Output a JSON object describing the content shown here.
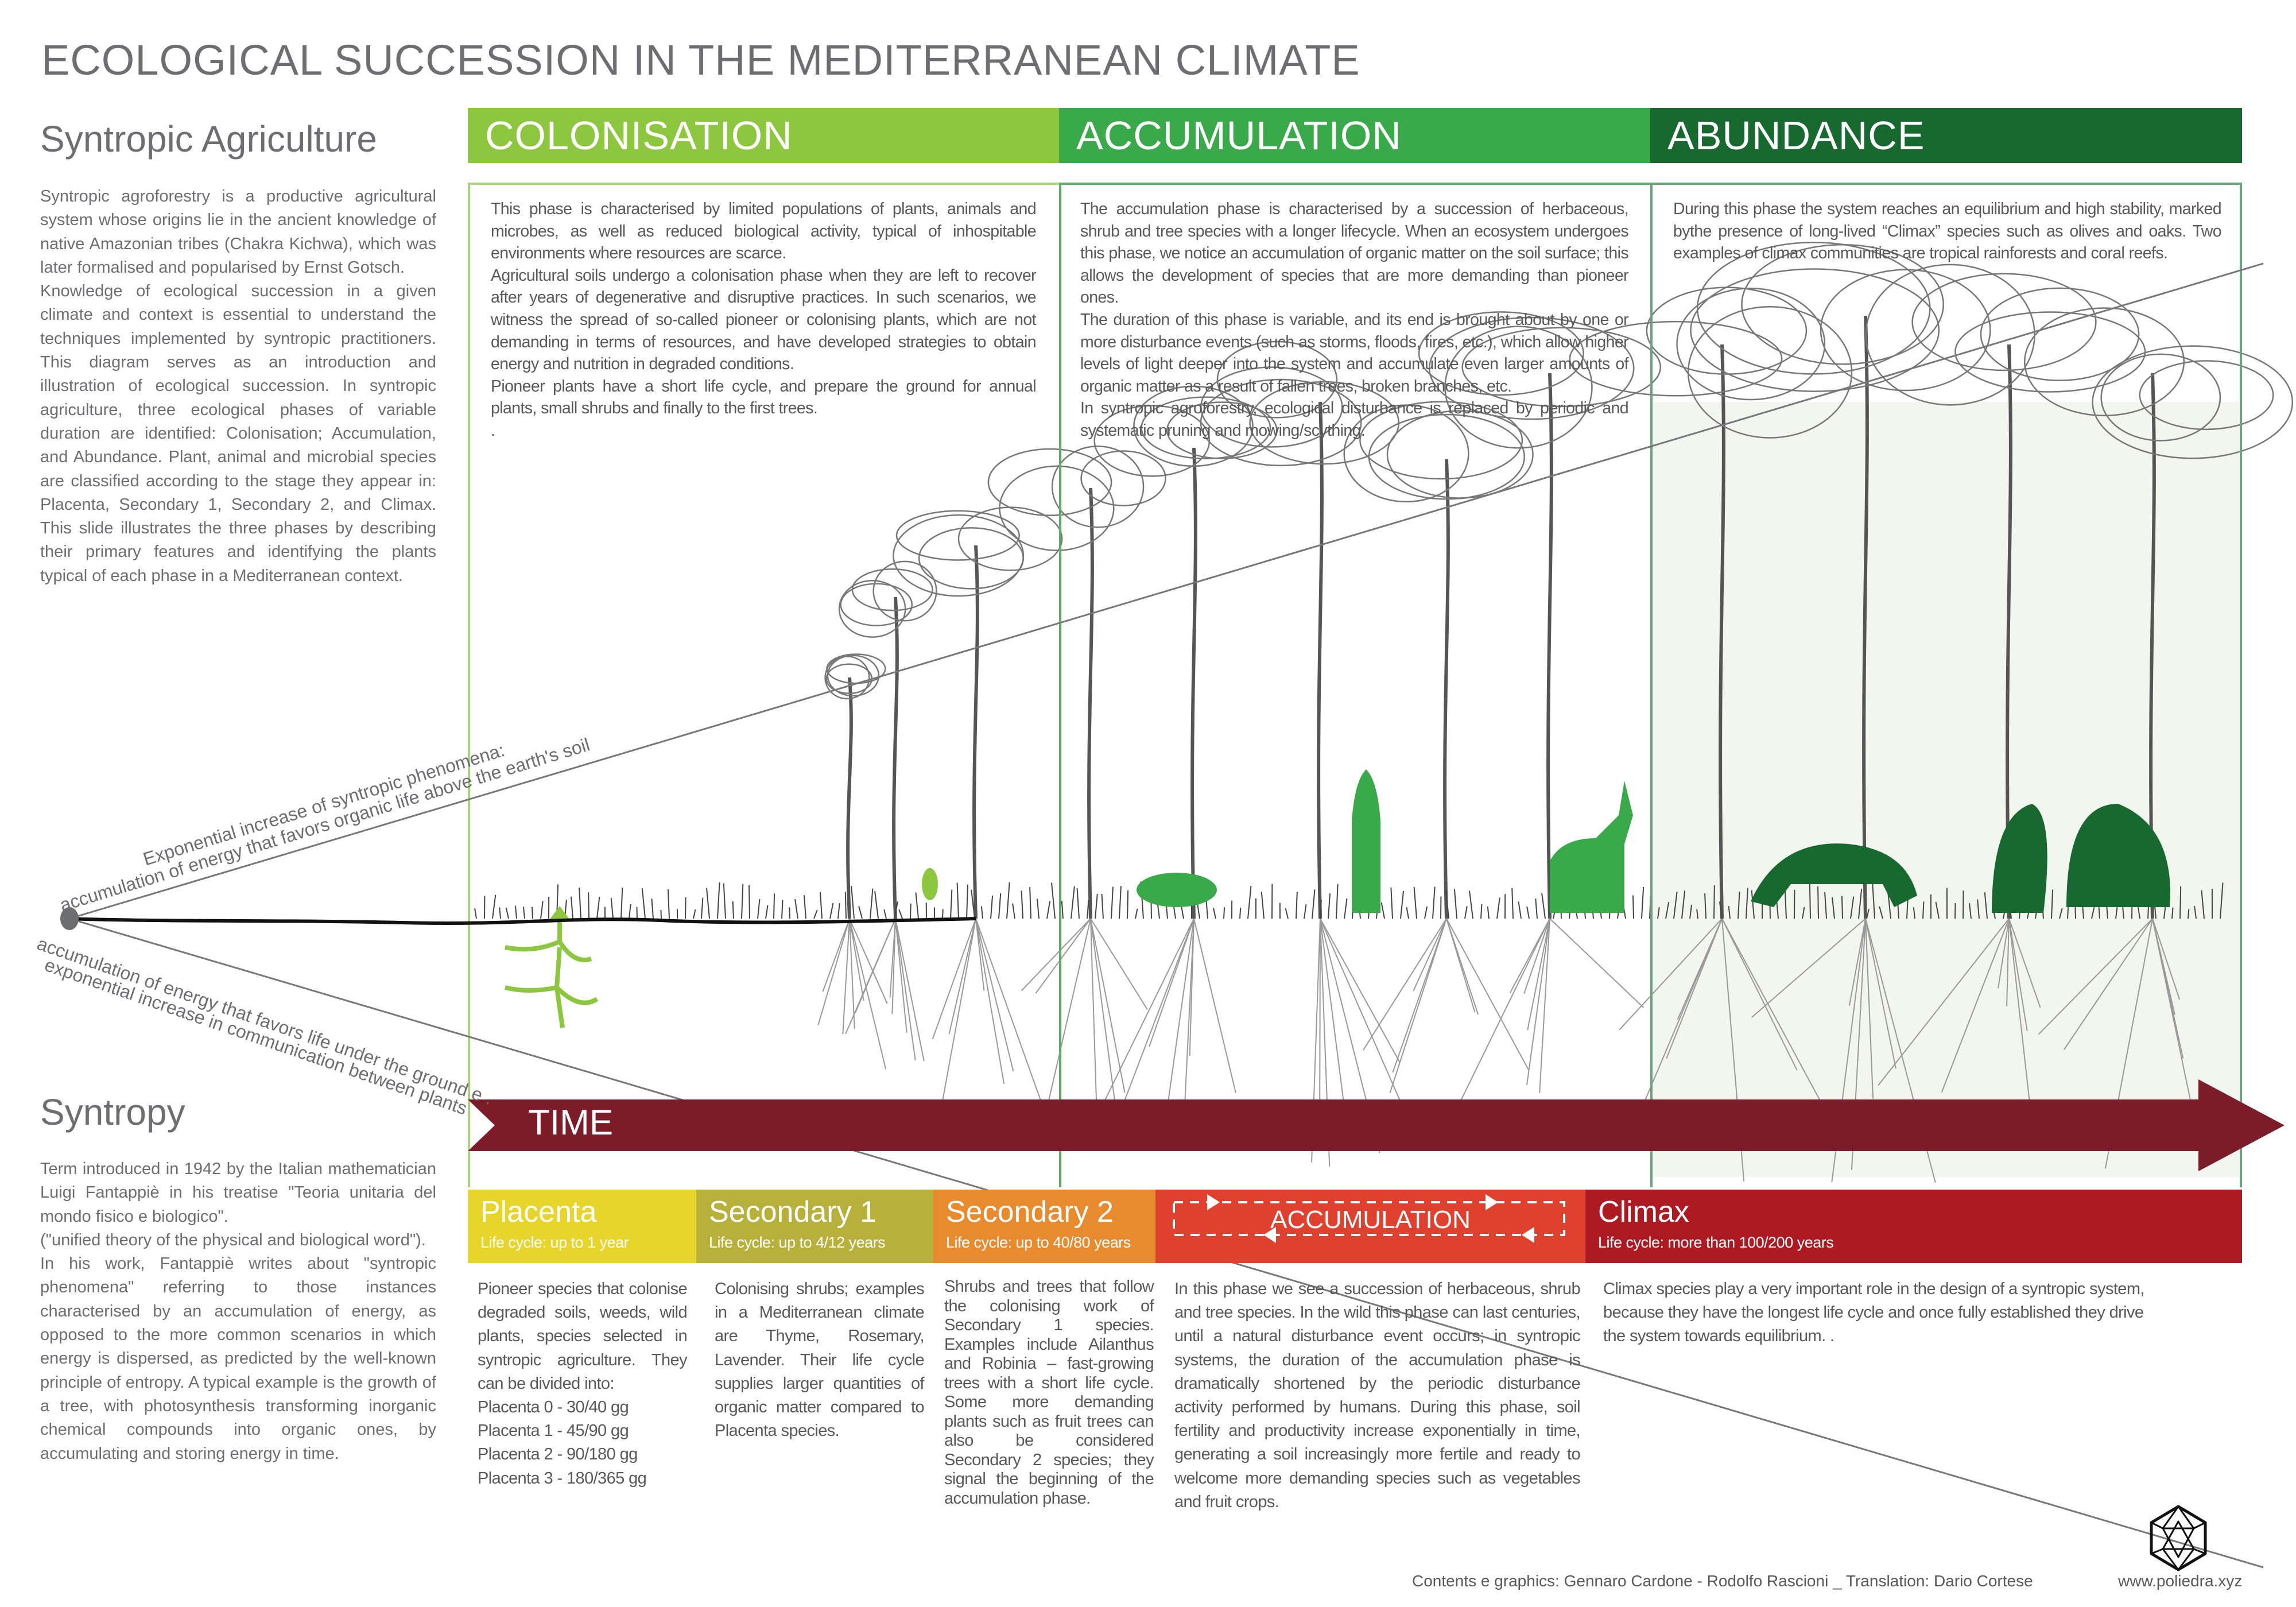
{
  "title": "ECOLOGICAL SUCCESSION IN THE MEDITERRANEAN CLIMATE",
  "left": {
    "agriculture_title": "Syntropic Agriculture",
    "agriculture_text": "Syntropic agroforestry is a productive agricultural system whose origins lie in the ancient knowledge of native Amazonian tribes (Chakra Kichwa), which was later formalised and popularised by Ernst Gotsch.\nKnowledge of ecological succession in a given climate and context is essential to understand the techniques implemented by syntropic practitioners. This diagram serves as an introduction and illustration of ecological succession. In syntropic agriculture, three ecological phases of variable duration are identified: Colonisation; Accumulation, and Abundance. Plant, animal and microbial species are classified according to the stage they appear in: Placenta, Secondary 1, Secondary 2, and Climax. This slide illustrates the three phases by describing their primary features and identifying the plants typical of each phase in a Mediterranean context.",
    "syntropy_title": "Syntropy",
    "syntropy_text": "Term introduced in 1942 by the Italian mathematician Luigi Fantappiè in his treatise \"Teoria unitaria del mondo fisico e biologico\".\n(\"unified theory of the physical and biological word\").\nIn his work, Fantappiè writes about \"syntropic phenomena\" referring to those instances characterised by an accumulation of energy, as opposed to the more common scenarios in which energy is dispersed, as predicted by the well-known principle of entropy.  A typical example is the growth of a tree, with photosynthesis transforming inorganic chemical compounds into organic ones, by accumulating and storing energy in time."
  },
  "diagram_labels": {
    "upper_1": "Exponential increase of syntropic phenomena:",
    "upper_2": "accumulation of energy that favors organic life above the earth's soil",
    "lower_1": "accumulation of energy that favors life under the ground e .",
    "lower_2": "exponential increase in communication between plants"
  },
  "phases": [
    {
      "name": "COLONISATION",
      "color": "#8dc63f",
      "text": "This phase is characterised by limited populations of plants, animals and microbes, as well as reduced biological activity, typical of inhospitable environments where resources are scarce.\nAgricultural soils undergo a colonisation phase when they are left to recover after years of degenerative and disruptive practices. In such scenarios, we witness the spread of so-called pioneer or colonising plants, which are not demanding in terms of resources, and have developed strategies to obtain energy and nutrition in degraded conditions.\nPioneer plants have a short life cycle, and prepare the ground for annual plants, small shrubs and finally to the first trees.\n."
    },
    {
      "name": "ACCUMULATION",
      "color": "#39a94a",
      "text": "The accumulation phase is characterised by a succession of herbaceous, shrub and tree species with a longer lifecycle. When an ecosystem undergoes this phase, we notice an accumulation of organic matter on the soil surface; this allows the development of species that are more demanding than pioneer ones.\nThe duration of this phase is variable, and its end is brought about by one or more disturbance events (such as storms, floods, fires, etc.), which allow higher levels of light deeper into the system and accumulate even larger amounts of organic matter as a result of fallen trees, broken branches, etc.\nIn syntropic agroforestry, ecological disturbance is replaced by periodic and systematic pruning and mowing/scything."
    },
    {
      "name": "ABUNDANCE",
      "color": "#17692f",
      "text": "During this phase the system reaches an equilibrium and high stability, marked bythe presence of long-lived “Climax” species such as olives and oaks. Two examples of climax communities are tropical rainforests and coral reefs."
    }
  ],
  "time_label": "TIME",
  "time_color": "#7b1c28",
  "stages": [
    {
      "name": "Placenta",
      "life": "Life cycle: up to 1 year",
      "color": "#e8d52b",
      "text": "Pioneer species that colonise degraded soils, weeds, wild plants, species selected in syntropic agriculture. They can be divided into:",
      "list": [
        "Placenta 0 - 30/40 gg",
        "Placenta 1 - 45/90 gg",
        "Placenta 2 - 90/180 gg",
        "Placenta 3 - 180/365 gg"
      ]
    },
    {
      "name": "Secondary 1",
      "life": "Life cycle: up to 4/12 years",
      "color": "#b7b13c",
      "text": "Colonising shrubs; examples in a Mediterranean climate are Thyme, Rosemary, Lavender. Their life cycle supplies larger quantities of organic matter compared to Placenta species."
    },
    {
      "name": "Secondary 2",
      "life": "Life cycle: up to 40/80 years",
      "color": "#e88b2e",
      "text": "Shrubs and trees that follow the colonising work of Secondary 1 species. Examples include Ailanthus and Robinia – fast-growing trees with a short life cycle. Some more demanding plants such as fruit trees can also be considered Secondary 2 species; they signal the beginning of the accumulation phase."
    },
    {
      "name": "ACCUMULATION",
      "color": "#e0412e",
      "text": "In this phase we see a succession of herbaceous, shrub and tree species. In the wild this phase can last centuries, until a natural disturbance event occurs; in syntropic systems, the duration of the accumulation phase is dramatically shortened by the periodic disturbance activity performed by humans. During this phase, soil fertility and productivity increase exponentially in time, generating a soil increasingly more fertile and ready to welcome more demanding species such as vegetables and fruit crops."
    },
    {
      "name": "Climax",
      "life": "Life cycle: more than 100/200 years",
      "color": "#ad1a22",
      "text": "Climax species play a very important role in the design of a syntropic system, because they have the longest life cycle and once fully established they drive the system towards equilibrium.  ."
    }
  ],
  "footer": {
    "credits": "Contents e graphics:  Gennaro Cardone - Rodolfo Rascioni _ Translation: Dario Cortese",
    "url": "www.poliedra.xyz",
    "logo_icon": "icosahedron-logo-icon"
  }
}
